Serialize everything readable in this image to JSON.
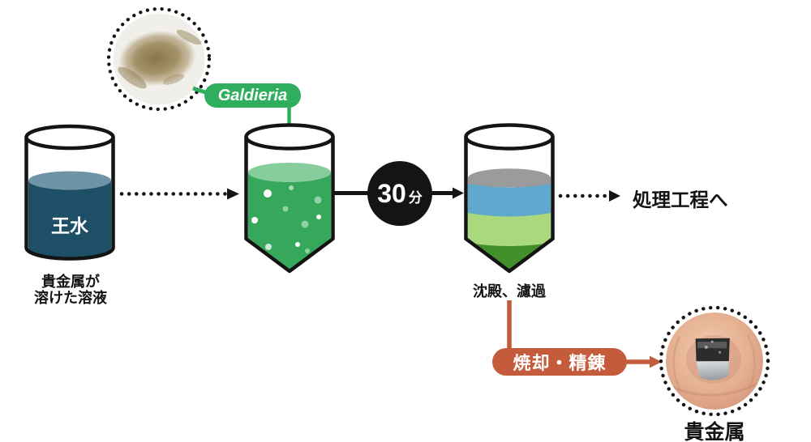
{
  "colors": {
    "outline": "#141414",
    "timer_badge": "#141414",
    "galdieria_green": "#2fae5e",
    "culture_liquid": "#35a85c",
    "culture_surface": "#85cd9d",
    "aqua_regia_liquid": "#1d4f66",
    "aqua_regia_surface": "#6f94a6",
    "settled_gray": "#9b9b9b",
    "settled_blue": "#5ea9cd",
    "settled_light_green": "#a9d87d",
    "settled_dark_green": "#41902c",
    "refine_orange": "#c45b3b"
  },
  "diagram": {
    "galdieria_label": "Galdieria",
    "aqua_regia_beaker": {
      "liquid_label": "王水",
      "caption_line1": "貴金属が",
      "caption_line2": "溶けた溶液"
    },
    "timer": {
      "value": "30",
      "unit": "分"
    },
    "settled_beaker": {
      "caption": "沈殿、濾過"
    },
    "next_process_label": "処理工程へ",
    "refine_label": "焼却・精錬",
    "product_label": "貴金属"
  }
}
